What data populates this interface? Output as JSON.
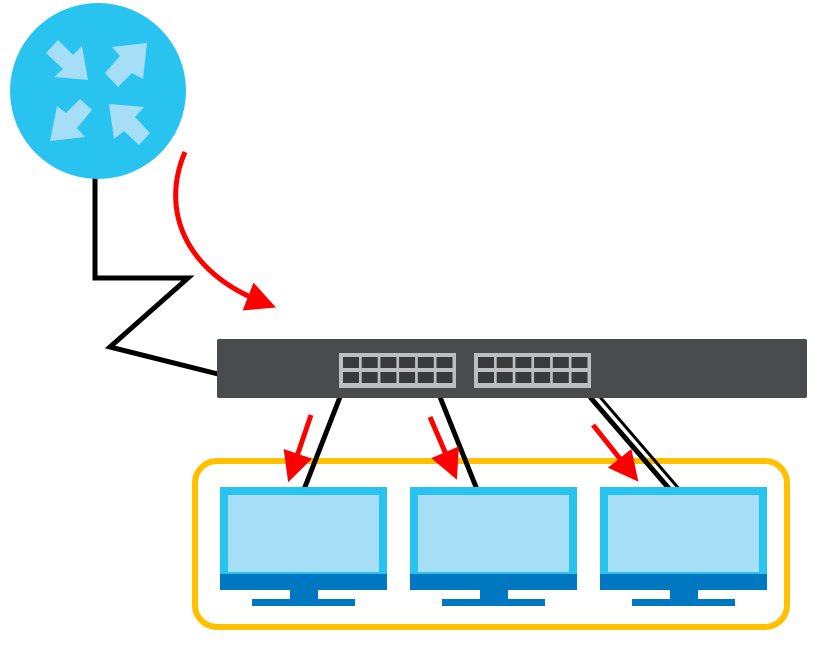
{
  "diagram": {
    "nodes": [
      {
        "id": "router",
        "icon": "router-icon"
      },
      {
        "id": "switch",
        "icon": "switch-icon",
        "port_groups": 2,
        "ports_per_group": 12
      },
      {
        "id": "computer-1",
        "icon": "monitor-icon"
      },
      {
        "id": "computer-2",
        "icon": "monitor-icon"
      },
      {
        "id": "computer-3",
        "icon": "monitor-icon"
      }
    ],
    "group": {
      "members": [
        "computer-1",
        "computer-2",
        "computer-3"
      ]
    },
    "links": [
      {
        "from": "router",
        "to": "switch"
      },
      {
        "from": "switch",
        "to": "computer-1"
      },
      {
        "from": "switch",
        "to": "computer-2"
      },
      {
        "from": "switch",
        "to": "computer-3"
      }
    ],
    "flows": [
      {
        "from": "router",
        "to": "switch"
      },
      {
        "from": "switch",
        "to": "computer-1"
      },
      {
        "from": "switch",
        "to": "computer-2"
      },
      {
        "from": "switch",
        "to": "computer-3"
      }
    ],
    "colors": {
      "router": "#29C3F0",
      "router_arrows": "#A6DDF7",
      "switch": "#4A4B4D",
      "monitor_frame": "#29C3F0",
      "monitor_screen": "#A6DDF7",
      "monitor_base": "#0078C1",
      "group_border": "#FFC000",
      "flow_arrow": "#FF0000",
      "cable": "#000000"
    }
  }
}
